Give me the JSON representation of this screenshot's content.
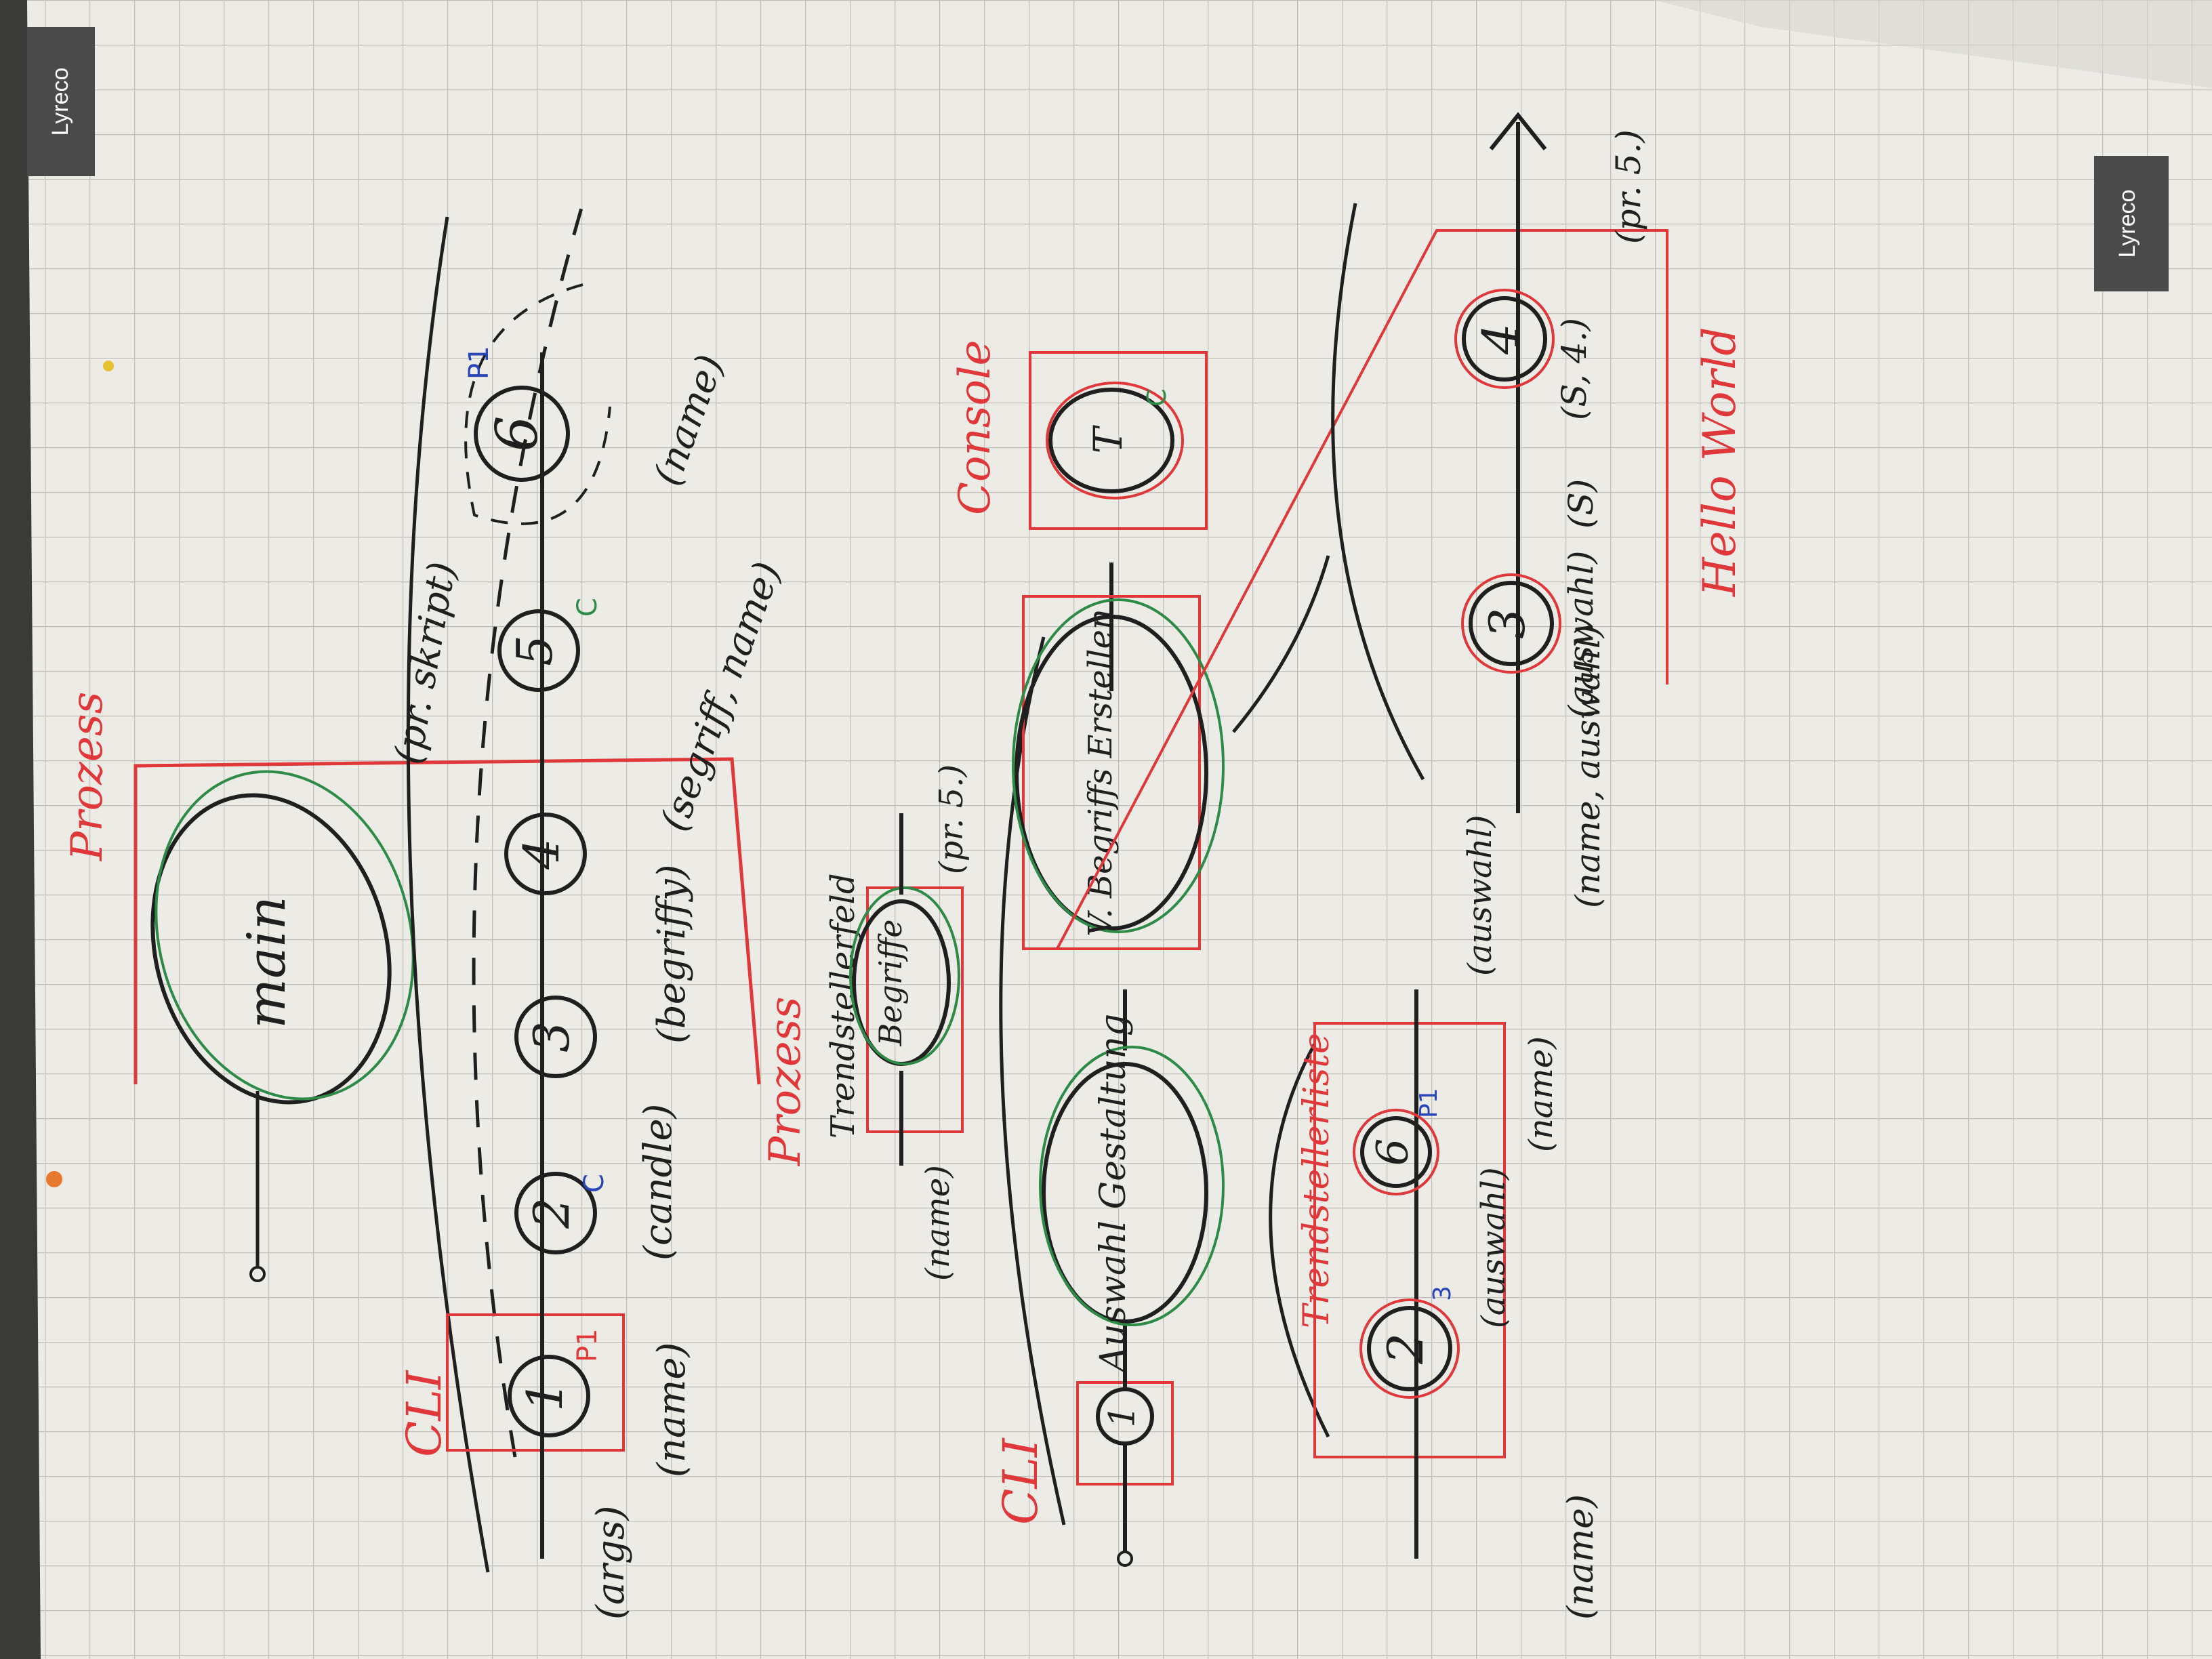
{
  "brand": "Lyreco",
  "top_section": {
    "title_label": "Prozess",
    "main_node": "main",
    "cli_label": "CLI",
    "nodes": [
      "1",
      "2",
      "3",
      "4",
      "5",
      "6"
    ],
    "labels": [
      "(args)",
      "(name)",
      "(candle)",
      "(begriffy)",
      "(segriff, name)",
      "(pr. skript)",
      "(name)"
    ],
    "markers": [
      "P1",
      "C",
      "C",
      "P1"
    ]
  },
  "bottom_section": {
    "cli_label": "CLI",
    "auswahl_node": "Auswahl Gestaltung",
    "begriff_node": "Begriffe",
    "begriff_label": "Prozess",
    "begriff_box": "Trendstellerfeld",
    "begriff_args": [
      "(name)",
      "(pr. 5.)"
    ],
    "v_node": "V. Begriffs Erstellen",
    "console_label": "Console",
    "console_node": "T",
    "list_title": "Trendstellerliste",
    "list_nodes": [
      "2",
      "6"
    ],
    "list_labels": [
      "(name)",
      "(auswahl)",
      "(name)",
      "(auswahl)"
    ],
    "hello_title": "Hello World",
    "hello_nodes": [
      "3",
      "4"
    ],
    "hello_labels": [
      "(name, auswahl)",
      "(auswahl)",
      "(S)",
      "(S, 4.)",
      "(pr. 5.)"
    ],
    "markers": [
      "3",
      "P1",
      "C"
    ]
  },
  "colors": {
    "paper": "#ecebe6",
    "grid": "#9c9a94",
    "ink": "#1f1f1f",
    "red": "#e0383a",
    "green": "#2e8b47",
    "blue": "#2846b8"
  }
}
